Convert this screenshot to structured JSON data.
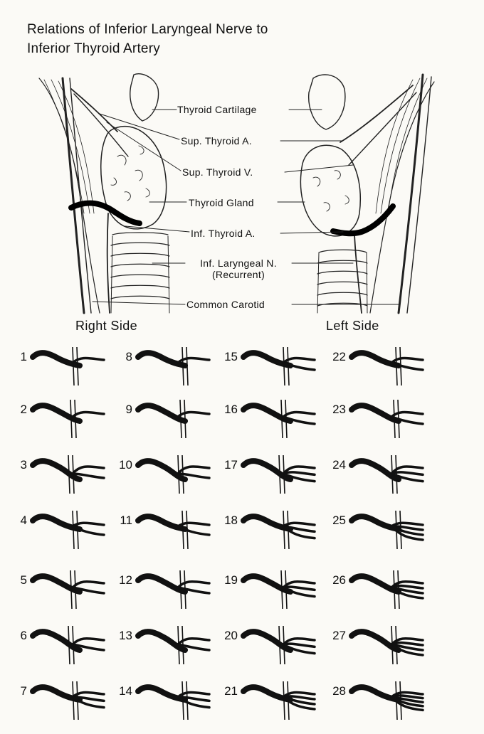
{
  "title": {
    "line1": "Relations of Inferior Laryngeal Nerve to",
    "line2": "Inferior Thyroid Artery"
  },
  "labels": {
    "thyroid_cartilage": "Thyroid Cartilage",
    "sup_thyroid_artery": "Sup. Thyroid A.",
    "sup_thyroid_vein": "Sup. Thyroid V.",
    "thyroid_gland": "Thyroid Gland",
    "inf_thyroid_artery": "Inf. Thyroid A.",
    "inf_laryngeal_nerve": "Inf. Laryngeal N.",
    "recurrent": "(Recurrent)",
    "common_carotid": "Common Carotid"
  },
  "sides": {
    "right": "Right Side",
    "left": "Left Side"
  },
  "variations": [
    "1",
    "2",
    "3",
    "4",
    "5",
    "6",
    "7",
    "8",
    "9",
    "10",
    "11",
    "12",
    "13",
    "14",
    "15",
    "16",
    "17",
    "18",
    "19",
    "20",
    "21",
    "22",
    "23",
    "24",
    "25",
    "26",
    "27",
    "28"
  ],
  "colors": {
    "ink": "#111111",
    "paper": "#fbfaf6"
  }
}
